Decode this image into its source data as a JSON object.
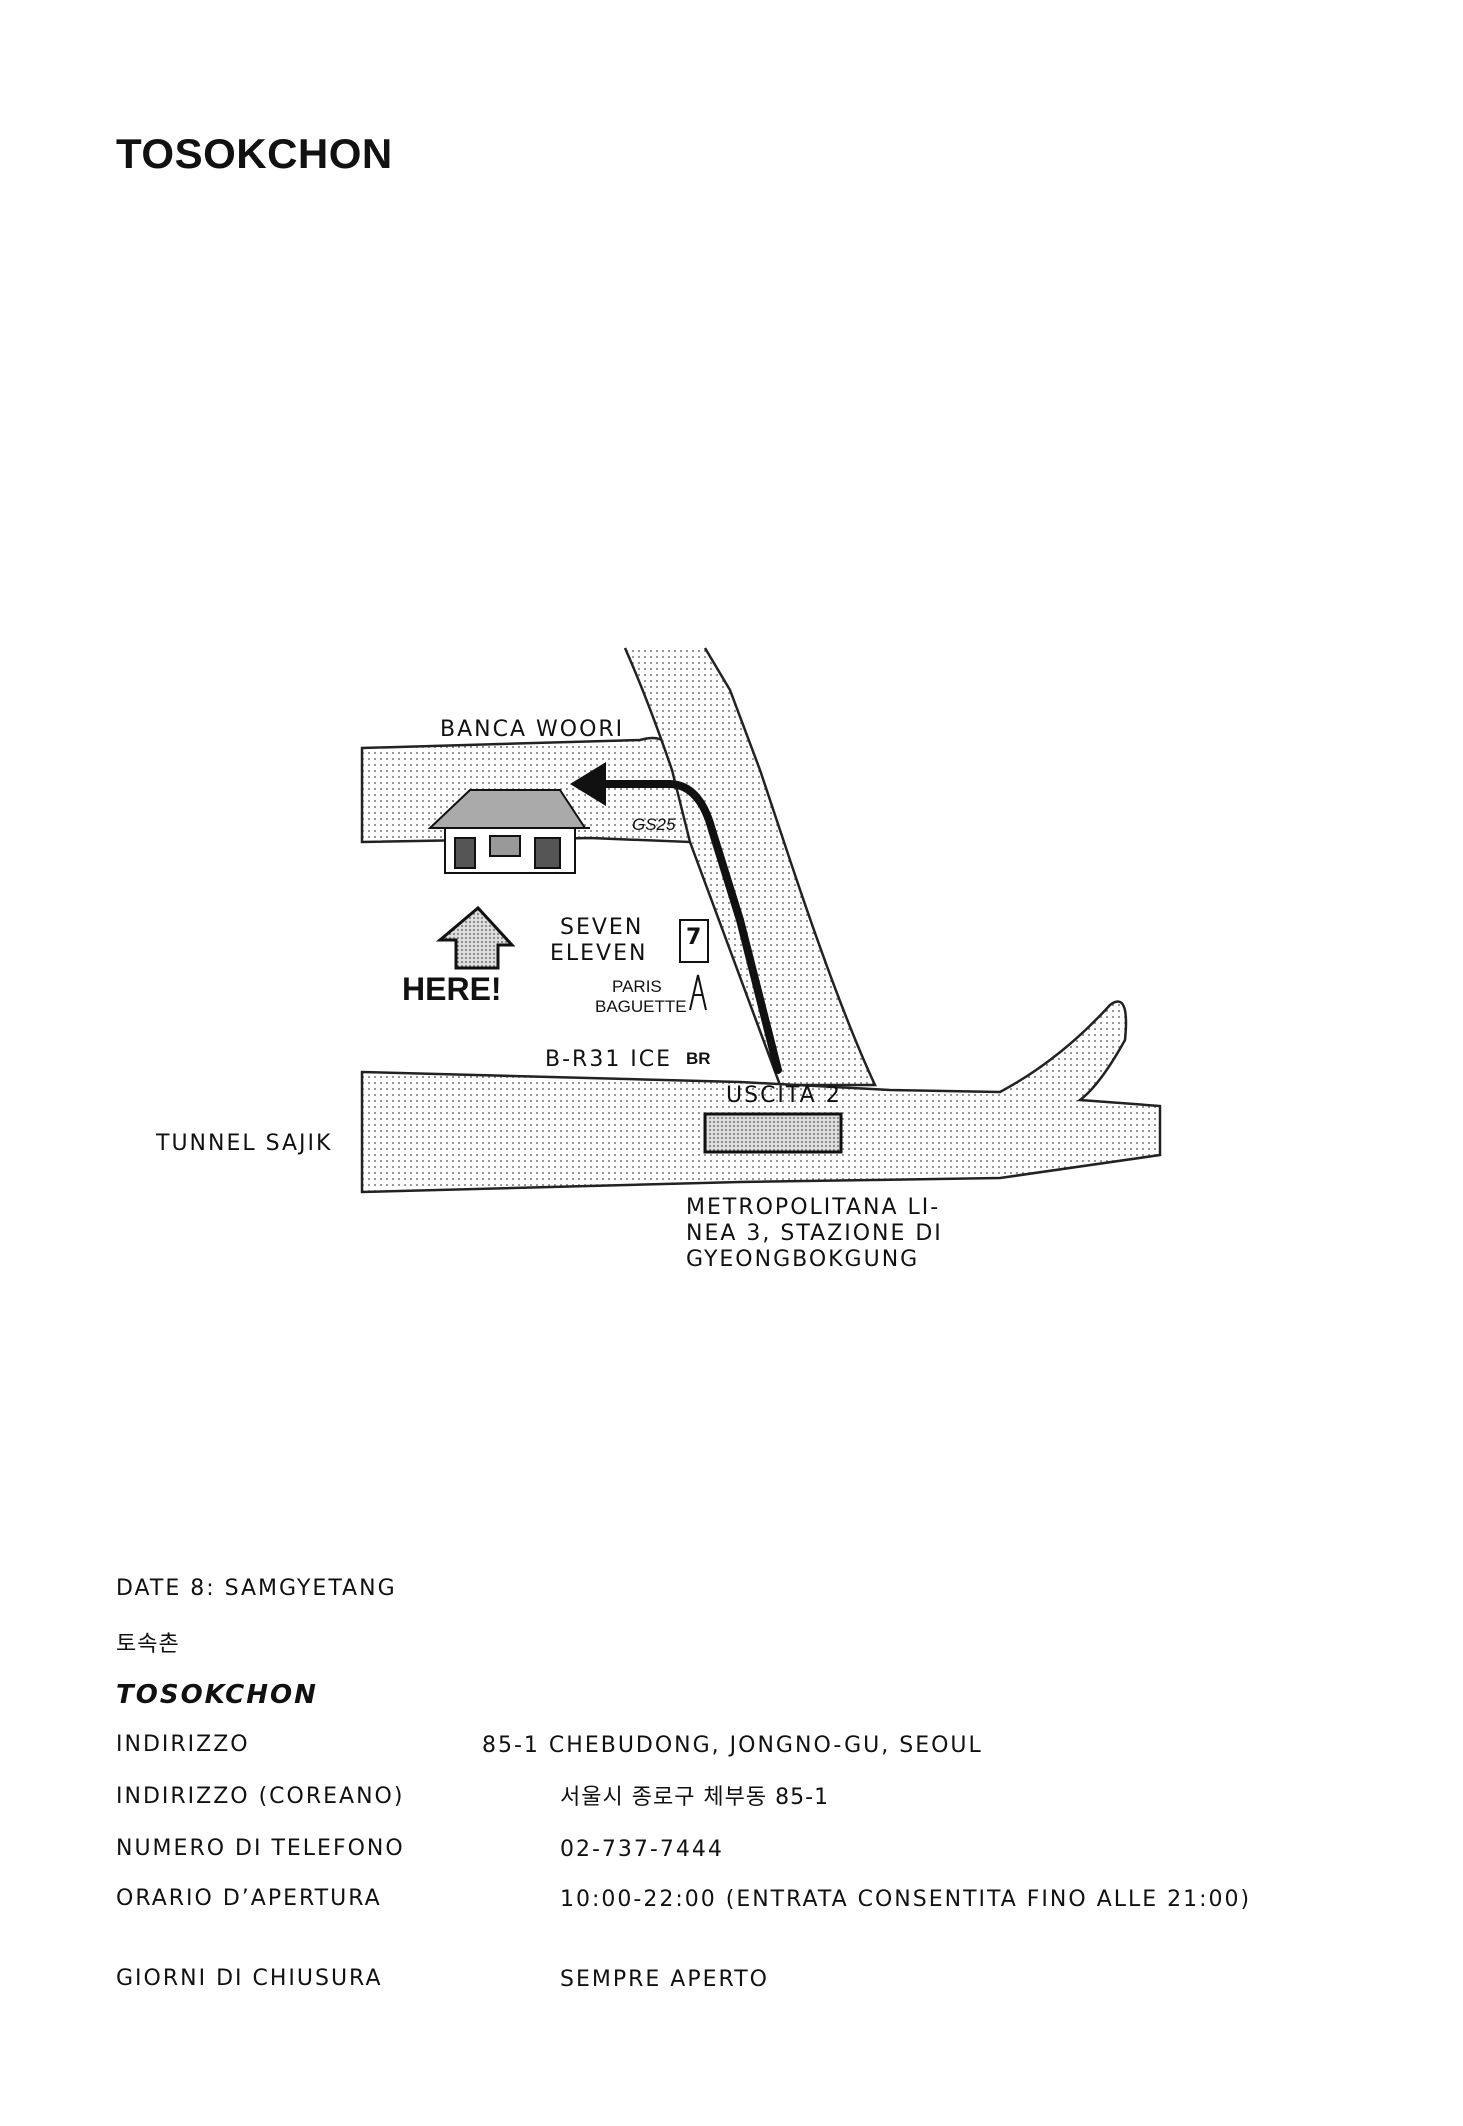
{
  "page_title": "TOSOKCHON",
  "map": {
    "labels": {
      "bank": "BANCA WOORI",
      "gs25": "GS25",
      "seven_eleven_line1": "SEVEN",
      "seven_eleven_line2": "ELEVEN",
      "paris_line1": "PARIS",
      "paris_line2": "BAGUETTE",
      "here": "HERE!",
      "br31": "B-R31 ICE",
      "br_logo": "BR",
      "exit": "USCITA 2",
      "tunnel": "TUNNEL SAJIK",
      "station_line1": "METROPOLITANA LI-",
      "station_line2": "NEA 3, STAZIONE DI",
      "station_line3": "GYEONGBOKGUNG"
    }
  },
  "info": {
    "date": "DATE 8: SAMGYETANG",
    "korean_name": "토속촌",
    "name": "TOSOKCHON",
    "rows": [
      {
        "key": "INDIRIZZO",
        "value": "85-1 CHEBUDONG, JONGNO-GU, SEOUL"
      },
      {
        "key": "INDIRIZZO (COREANO)",
        "value": "서울시 종로구 체부동 85-1"
      },
      {
        "key": "NUMERO DI TELEFONO",
        "value": "02-737-7444"
      },
      {
        "key": "ORARIO D’APERTURA",
        "value": "10:00-22:00 (ENTRATA CONSENTITA FINO ALLE 21:00)"
      },
      {
        "key": "GIORNI DI CHIUSURA",
        "value": "SEMPRE APERTO"
      }
    ]
  }
}
